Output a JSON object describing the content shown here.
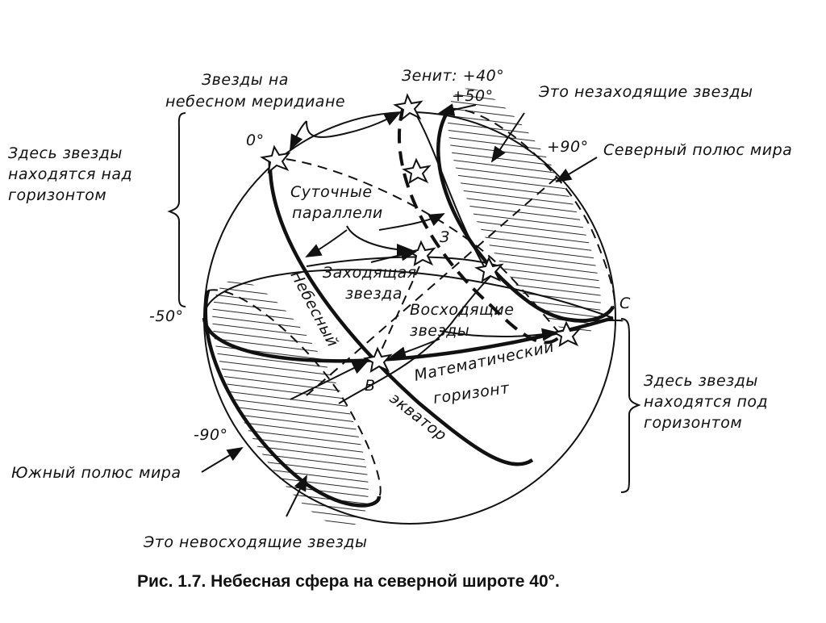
{
  "diagram": {
    "labels": {
      "meridian_stars_line1": "Звезды на",
      "meridian_stars_line2": "небесном меридиане",
      "zenith": "Зенит: +40°",
      "plus50": "+50°",
      "circumpolar": "Это незаходящие звезды",
      "plus90": "+90°",
      "north_pole": "Северный полюс мира",
      "zero_deg": "0°",
      "above_line1": "Здесь звезды",
      "above_line2": "находятся над",
      "above_line3": "горизонтом",
      "daily_line1": "Суточные",
      "daily_line2": "параллели",
      "west": "З",
      "setting_line1": "Заходящая",
      "setting_line2": "звезда",
      "celestial": "Небесный",
      "minus50": "-50°",
      "rising_line1": "Восходящие",
      "rising_line2": "звезды",
      "north": "С",
      "east": "В",
      "math_line1": "Математический",
      "math_line2": "горизонт",
      "equator": "экватор",
      "below_line1": "Здесь звезды",
      "below_line2": "находятся под",
      "below_line3": "горизонтом",
      "minus90": "-90°",
      "south_pole": "Южный полюс мира",
      "never_rising": "Это невосходящие звезды"
    },
    "caption": "Рис. 1.7. Небесная сфера на северной широте 40°."
  }
}
